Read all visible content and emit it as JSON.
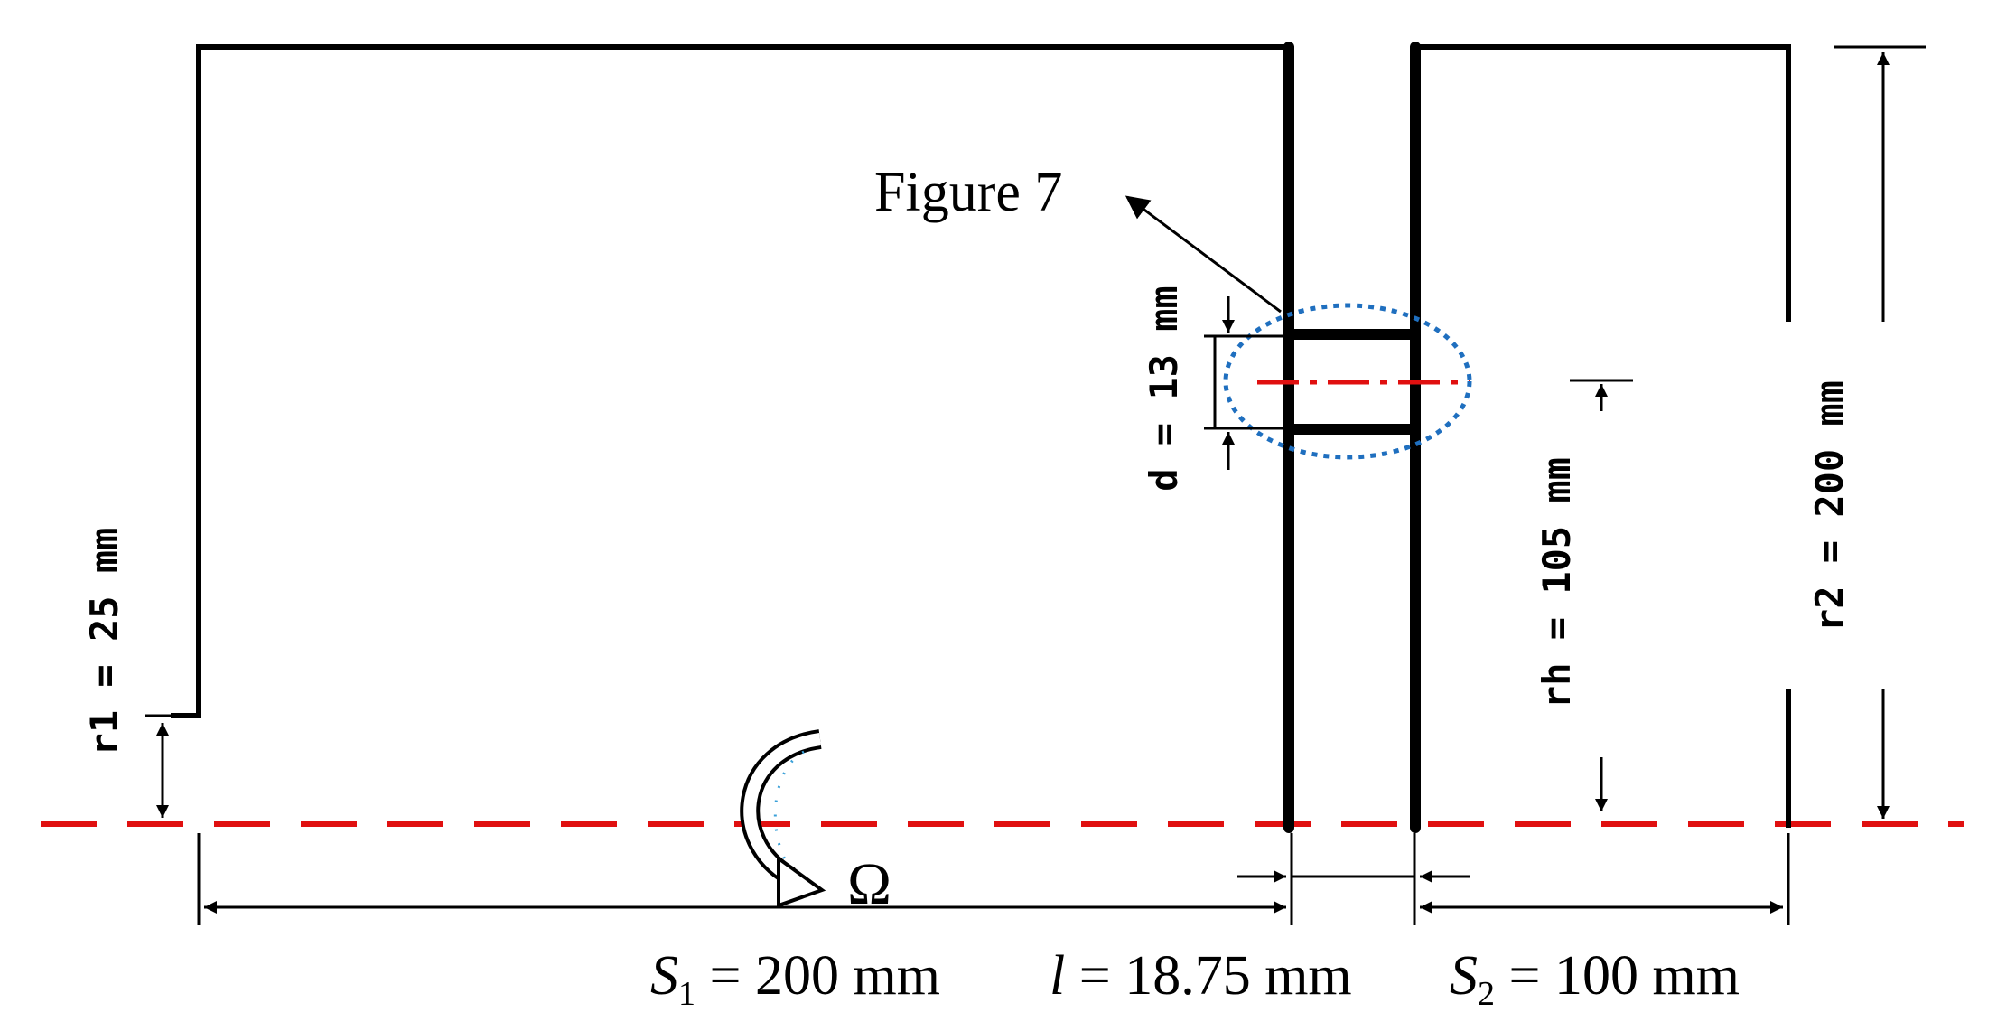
{
  "figure_ref": "Figure 7",
  "rotation_symbol": "Ω",
  "dims": {
    "s1": {
      "var": "S",
      "sub": "1",
      "text": " = 200 mm"
    },
    "l": {
      "var": "l",
      "text": " = 18.75 mm"
    },
    "s2": {
      "var": "S",
      "sub": "2",
      "text": " = 100 mm"
    },
    "d": "d = 13 mm",
    "r1": "r1 = 25 mm",
    "rh": "rh = 105 mm",
    "r2": "r2 = 200 mm"
  },
  "colors": {
    "line": "#000000",
    "axis": "#e01010",
    "ellipse": "#1f6fbf"
  }
}
